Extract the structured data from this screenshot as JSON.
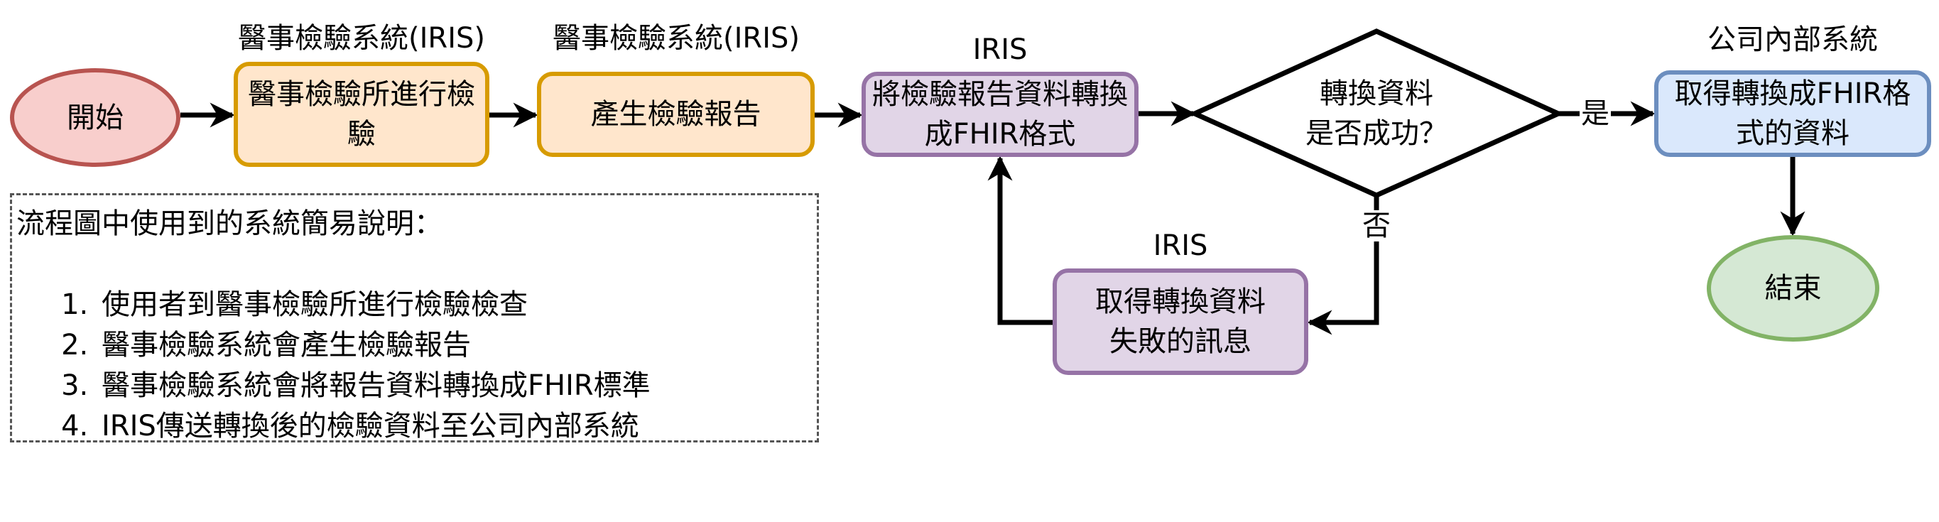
{
  "colors": {
    "start_fill": "#f8cecc",
    "start_border": "#b85450",
    "process_fill": "#ffe6cc",
    "process_border": "#d79b00",
    "iris_fill": "#e1d5e7",
    "iris_border": "#9673a6",
    "internal_fill": "#dae8fc",
    "internal_border": "#6c8ebf",
    "end_fill": "#d5e8d4",
    "end_border": "#82b366"
  },
  "nodes": {
    "start": {
      "text": "開始"
    },
    "lab_exam": {
      "system": "醫事檢驗系統(IRIS)",
      "text": "醫事檢驗所進行檢驗"
    },
    "gen_report": {
      "system": "醫事檢驗系統(IRIS)",
      "text": "產生檢驗報告"
    },
    "convert": {
      "system": "IRIS",
      "text": "將檢驗報告資料轉換成FHIR格式"
    },
    "decision": {
      "line1": "轉換資料",
      "line2": "是否成功？"
    },
    "receive": {
      "system": "公司內部系統",
      "text": "取得轉換成FHIR格式的資料"
    },
    "fail": {
      "system": "IRIS",
      "text": "取得轉換資料失敗的訊息"
    },
    "end": {
      "text": "結束"
    }
  },
  "edges": {
    "yes_label": "是",
    "no_label": "否"
  },
  "legend": {
    "title": "流程圖中使用到的系統簡易說明：",
    "items": [
      "使用者到醫事檢驗所進行檢驗檢查",
      "醫事檢驗系統會產生檢驗報告",
      "醫事檢驗系統會將報告資料轉換成FHIR標準",
      "IRIS傳送轉換後的檢驗資料至公司內部系統"
    ]
  }
}
